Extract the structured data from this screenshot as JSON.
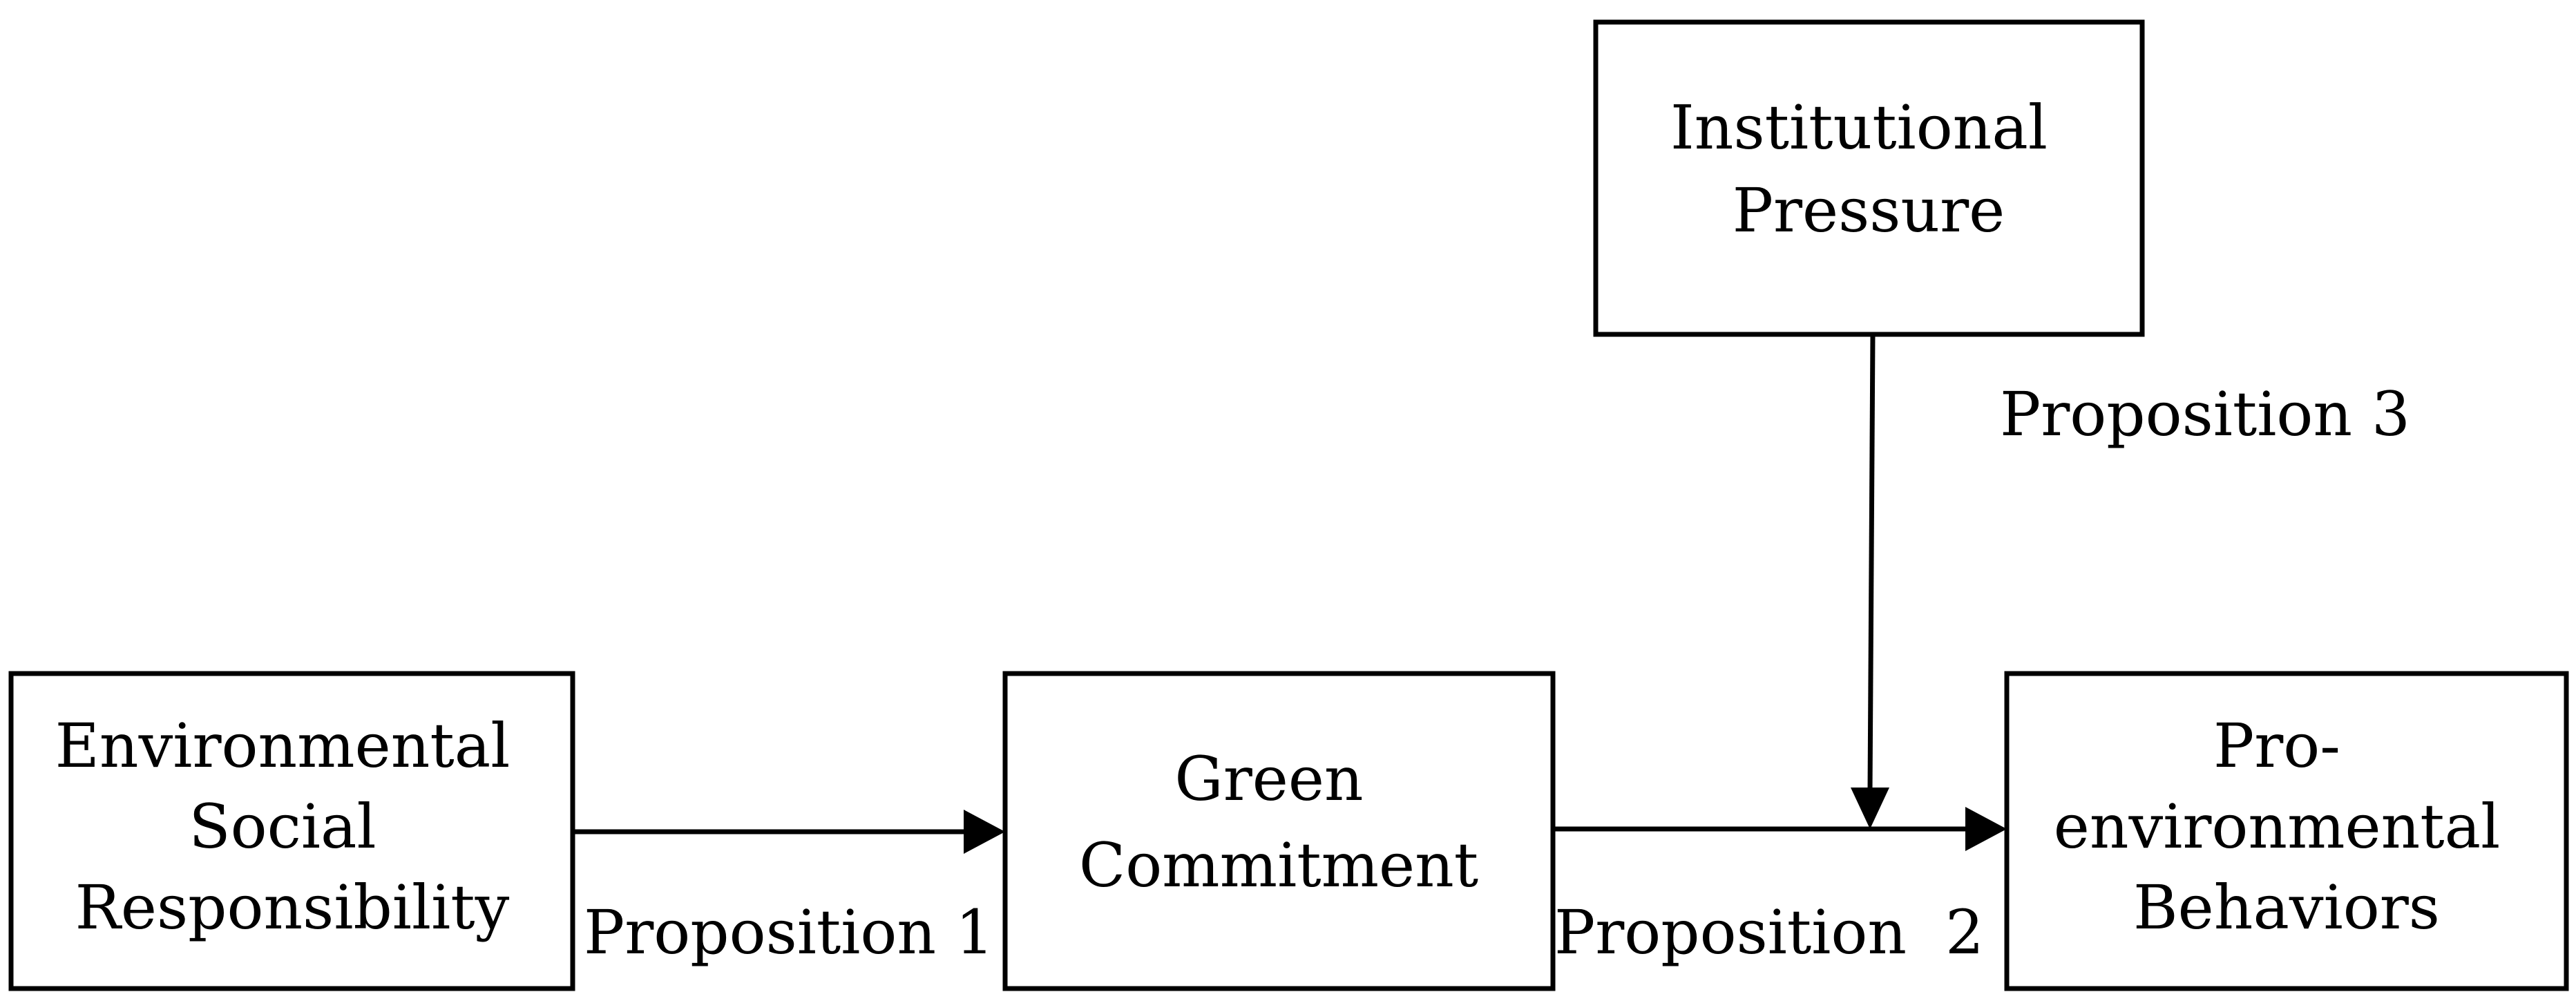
{
  "nodes": {
    "esr": {
      "lines": [
        "Environmental",
        "Social",
        "Responsibility"
      ]
    },
    "green_commitment": {
      "lines": [
        "Green",
        "Commitment"
      ]
    },
    "institutional_pressure": {
      "lines": [
        "Institutional",
        "Pressure"
      ]
    },
    "peb": {
      "lines": [
        "Pro-",
        "environmental",
        "Behaviors"
      ]
    }
  },
  "edges": {
    "p1": {
      "from": "Environmental Social Responsibility",
      "to": "Green Commitment",
      "label": "Proposition 1"
    },
    "p2": {
      "from": "Green Commitment",
      "to": "Pro-environmental Behaviors",
      "label": "Proposition  2"
    },
    "p3": {
      "from": "Institutional Pressure",
      "to": "Proposition 2 path",
      "label": "Proposition 3"
    }
  },
  "colors": {
    "stroke": "#000000",
    "background": "#ffffff"
  }
}
